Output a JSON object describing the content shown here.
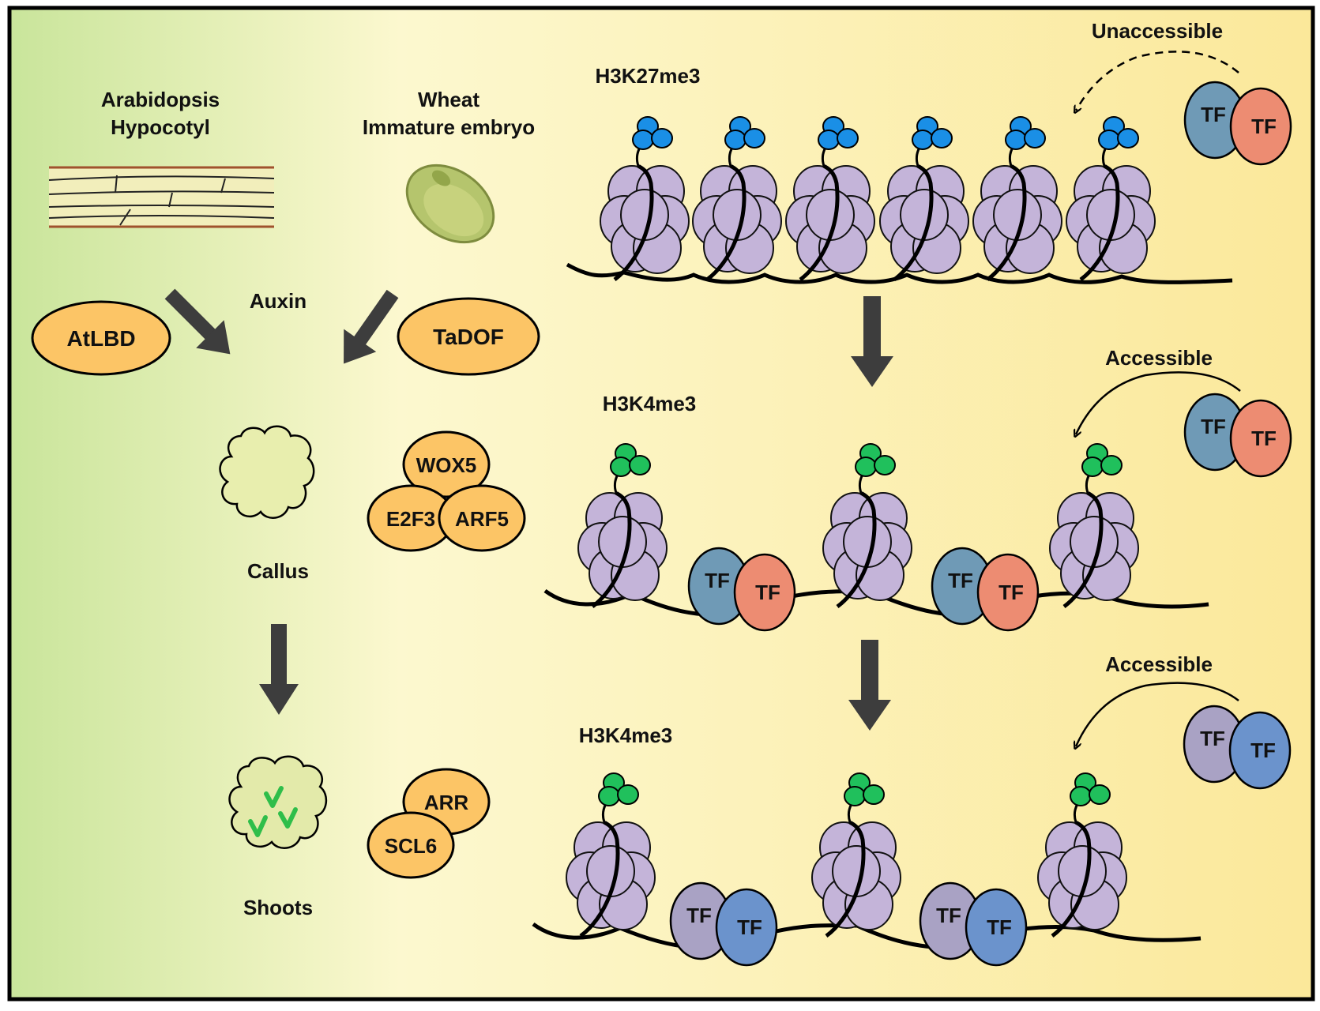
{
  "colors": {
    "bg_left": "#c9e59b",
    "bg_mid": "#fcf8cf",
    "bg_right": "#fbe89a",
    "orange": "#fcc566",
    "arrow": "#3d3d3d",
    "nucleosome": "#c4b4d9",
    "mark_h3k27": "#1a8fe6",
    "mark_h3k4": "#20c05c",
    "tf_blue": "#6f9ab6",
    "tf_salmon": "#ed8c72",
    "tf_lavender": "#a9a2c4",
    "tf_cornflower": "#6b93cc",
    "callus": "#e8eeae",
    "tissue": "#f2eebb",
    "embryo": "#b5c56d",
    "shoot_green": "#2fbe4a"
  },
  "left": {
    "source1_line1": "Arabidopsis",
    "source1_line2": "Hypocotyl",
    "source2_line1": "Wheat",
    "source2_line2": "Immature embryo",
    "auxin": "Auxin",
    "factor_left": "AtLBD",
    "factor_right": "TaDOF",
    "callus_factors": [
      "WOX5",
      "E2F3",
      "ARF5"
    ],
    "callus_label": "Callus",
    "shoot_factors": [
      "ARR",
      "SCL6"
    ],
    "shoots_label": "Shoots"
  },
  "right": {
    "row1": {
      "mark": "H3K27me3",
      "state": "Unaccessible"
    },
    "row2": {
      "mark": "H3K4me3",
      "state": "Accessible"
    },
    "row3": {
      "mark": "H3K4me3",
      "state": "Accessible"
    },
    "tf_label": "TF"
  }
}
